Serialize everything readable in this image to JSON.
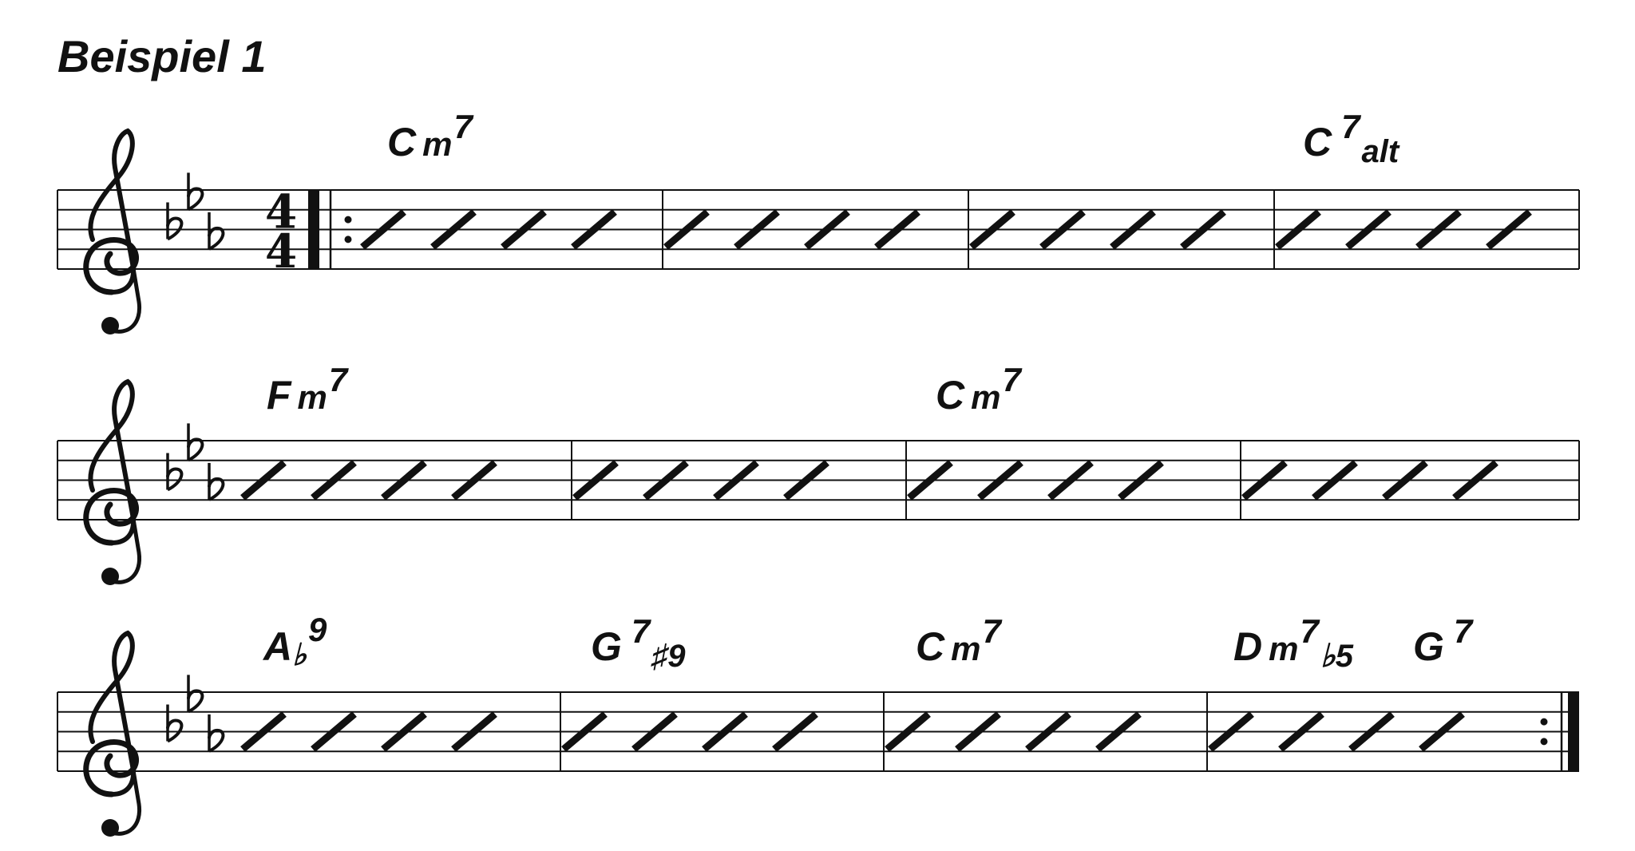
{
  "title": "Beispiel 1",
  "key_signature": "E♭ major / C minor (3 flats)",
  "time_signature": {
    "numerator": "4",
    "denominator": "4"
  },
  "colors": {
    "ink": "#111111",
    "background": "#ffffff"
  },
  "systems": [
    {
      "measures": [
        {
          "chords": [
            {
              "root": "C",
              "suffix": "m",
              "sup": "7",
              "sub": ""
            }
          ]
        },
        {
          "chords": []
        },
        {
          "chords": []
        },
        {
          "chords": [
            {
              "root": "C",
              "suffix": "",
              "sup": "7",
              "sub": "alt"
            }
          ]
        }
      ]
    },
    {
      "measures": [
        {
          "chords": [
            {
              "root": "F",
              "suffix": "m",
              "sup": "7",
              "sub": ""
            }
          ]
        },
        {
          "chords": []
        },
        {
          "chords": [
            {
              "root": "C",
              "suffix": "m",
              "sup": "7",
              "sub": ""
            }
          ]
        },
        {
          "chords": []
        }
      ]
    },
    {
      "measures": [
        {
          "chords": [
            {
              "root": "A",
              "suffix": "♭",
              "sup": "9",
              "sub": ""
            }
          ]
        },
        {
          "chords": [
            {
              "root": "G",
              "suffix": "",
              "sup": "7",
              "sub": "♯9"
            }
          ]
        },
        {
          "chords": [
            {
              "root": "C",
              "suffix": "m",
              "sup": "7",
              "sub": ""
            }
          ]
        },
        {
          "chords": [
            {
              "root": "D",
              "suffix": "m",
              "sup": "7",
              "sub": "♭5"
            },
            {
              "root": "G",
              "suffix": "",
              "sup": "7",
              "sub": ""
            }
          ]
        }
      ]
    }
  ]
}
